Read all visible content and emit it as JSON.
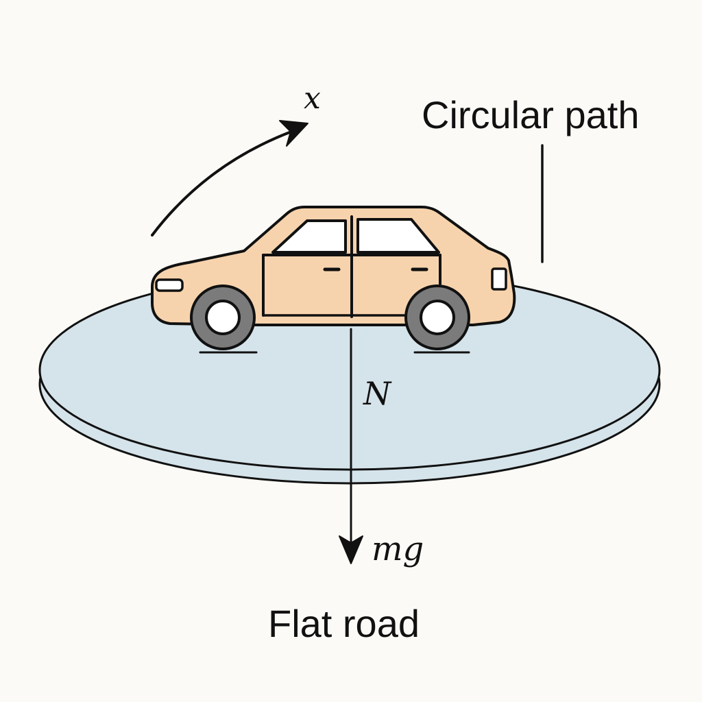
{
  "labels": {
    "direction": "x",
    "path": "Circular path",
    "normal_force": "N",
    "weight": "mg",
    "road": "Flat road"
  },
  "colors": {
    "ink": "#111111",
    "background": "#fbfaf6",
    "road_fill": "#d5e3ea",
    "car_body": "#f7d3ad",
    "tire": "#7b7b7b",
    "hub": "#ffffff"
  },
  "icons": {
    "car": "car-icon",
    "motion_arrow": "curved-arrow-icon",
    "force_arrow": "down-arrow-icon"
  }
}
